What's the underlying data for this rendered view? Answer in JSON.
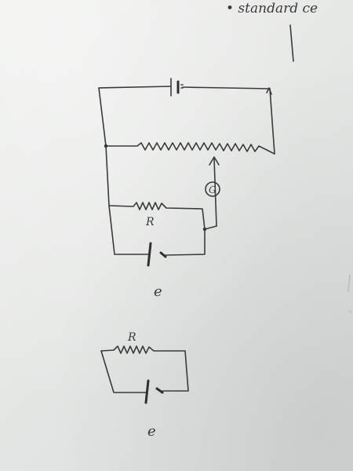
{
  "note": {
    "text": "• standard ce"
  },
  "circuit_main": {
    "resistor_label": "R",
    "meter_label": "G",
    "cell_label": "e"
  },
  "circuit_small": {
    "resistor_label": "R",
    "cell_label": "e"
  }
}
